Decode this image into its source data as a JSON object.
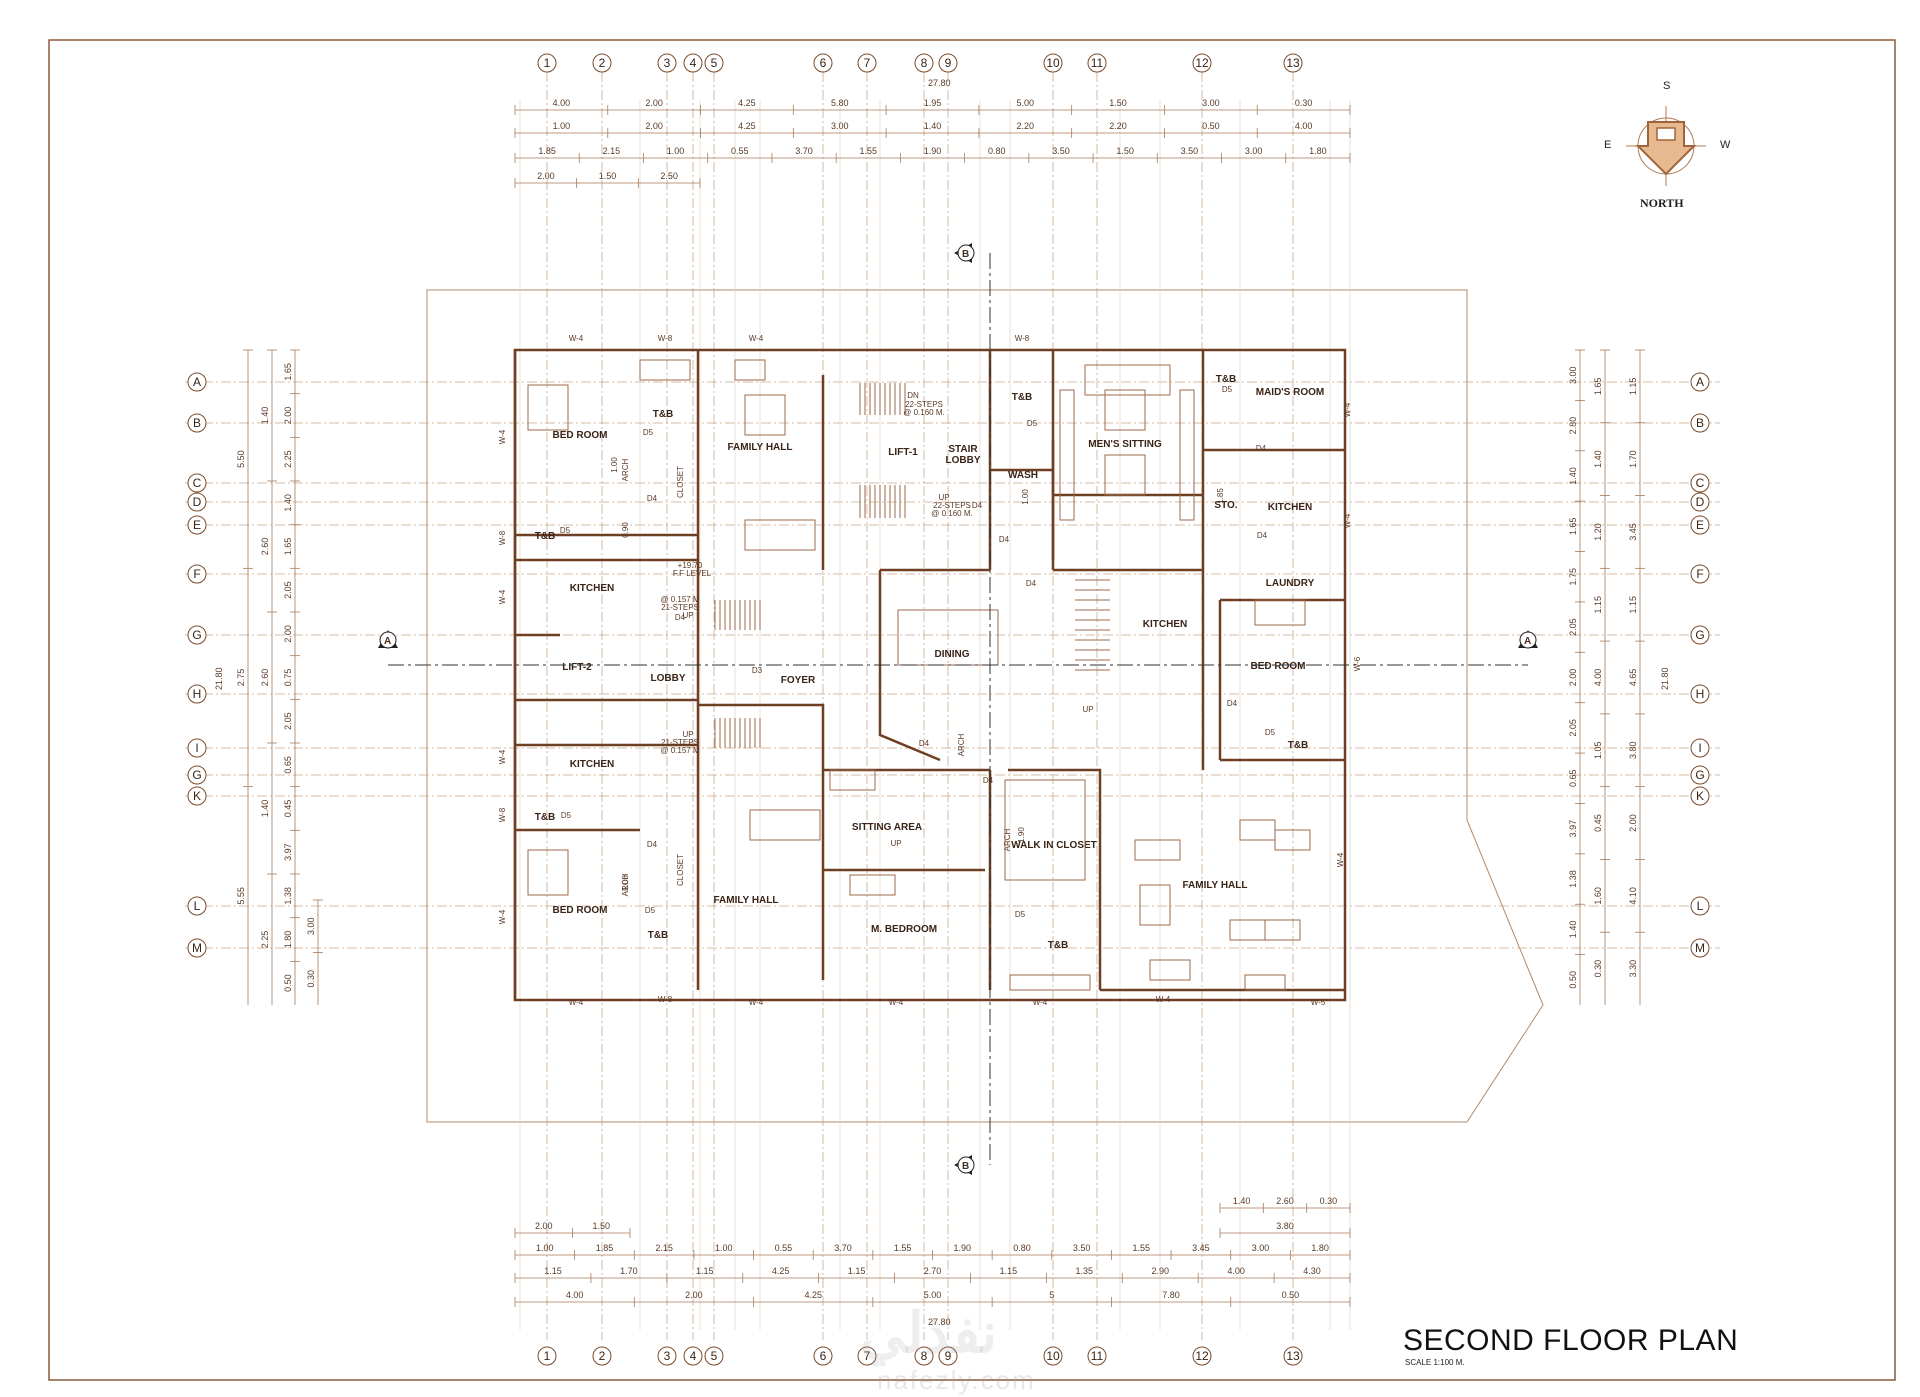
{
  "title": "SECOND FLOOR PLAN",
  "scale": "SCALE     1:100 M.",
  "compass": {
    "north": "NORTH",
    "s": "S",
    "e": "E",
    "w": "W",
    "icon": "north-arrow-icon"
  },
  "overall_width": "27.80",
  "overall_height": "21.80",
  "grid_cols": [
    "1",
    "2",
    "3",
    "4",
    "5",
    "6",
    "7",
    "8",
    "9",
    "10",
    "11",
    "12",
    "13"
  ],
  "grid_rows": [
    "A",
    "B",
    "C",
    "D",
    "E",
    "F",
    "G",
    "H",
    "I",
    "G",
    "K",
    "L",
    "M"
  ],
  "section_marks": {
    "a": "A",
    "b": "B"
  },
  "rooms": {
    "bed_room_1": "BED ROOM",
    "tb_1": "T&B",
    "family_hall_1": "FAMILY HALL",
    "lift_1": "LIFT-1",
    "stair_lobby": "STAIR\nLOBBY",
    "tb_2": "T&B",
    "wash": "WASH",
    "mens_sitting": "MEN'S SITTING",
    "tb_3": "T&B",
    "maids_room": "MAID'S ROOM",
    "sto": "STO.",
    "kitchen_ne": "KITCHEN",
    "kitchen_1": "KITCHEN",
    "laundry": "LAUNDRY",
    "dining": "DINING",
    "kitchen_c": "KITCHEN",
    "bed_room_e": "BED ROOM",
    "lift_2": "LIFT-2",
    "lobby": "LOBBY",
    "foyer": "FOYER",
    "kitchen_2": "KITCHEN",
    "tb_4": "T&B",
    "sitting_area": "SITTING AREA",
    "walk_in_closet": "WALK IN CLOSET",
    "family_hall_2": "FAMILY HALL",
    "family_hall_3": "FAMILY HALL",
    "bed_room_2": "BED ROOM",
    "tb_5": "T&B",
    "m_bedroom": "M. BEDROOM",
    "tb_6": "T&B",
    "tb_7": "T&B",
    "tb_8": "T&B"
  },
  "stair_notes": {
    "dn": "DN",
    "dn_steps": "22-STEPS",
    "dn_rise": "@ 0.160 M.",
    "up": "UP",
    "up_steps": "22-STEPS",
    "up_rise": "@ 0.160 M.",
    "s1_rise": "@ 0.157 M",
    "s1_steps": "21-STEPS",
    "s1_up": "UP",
    "s2_up": "UP",
    "s2_steps": "21-STEPS",
    "s2_rise": "@ 0.157 M",
    "level": "+19.70",
    "ff": "F.F LEVEL",
    "up_c": "UP",
    "up_s": "UP"
  },
  "doors": {
    "d4": "D4",
    "d5": "D5",
    "d3": "D3",
    "arch": "ARCH",
    "closet": "CLOSET"
  },
  "windows": {
    "w4": "W-4",
    "w8": "W-8",
    "w5": "W-5",
    "w6": "W-6"
  },
  "dims_top_1": [
    "4.00",
    "2.00",
    "4.25",
    "5.80",
    "1.95",
    "5.00",
    "1.50",
    "3.00",
    "0.30"
  ],
  "dims_top_2": [
    "1.00",
    "2.00",
    "4.25",
    "3.00",
    "1.40",
    "2.20",
    "2.20",
    "0.50",
    "4.00"
  ],
  "dims_top_3": [
    "1.85",
    "2.15",
    "1.00",
    "0.55",
    "3.70",
    "1.55",
    "1.90",
    "0.80",
    "3.50",
    "1.50",
    "3.50",
    "3.00",
    "1.80"
  ],
  "dims_top_4": [
    "2.00",
    "1.50",
    "2.50"
  ],
  "dims_bot_0": [
    "1.40",
    "2.60",
    "0.30"
  ],
  "dims_bot_0b": [
    "3.80"
  ],
  "dims_bot_1": [
    "2.00",
    "1.50"
  ],
  "dims_bot_2": [
    "1.00",
    "1.85",
    "2.15",
    "1.00",
    "0.55",
    "3.70",
    "1.55",
    "1.90",
    "0.80",
    "3.50",
    "1.55",
    "3.45",
    "3.00",
    "1.80"
  ],
  "dims_bot_3": [
    "1.15",
    "1.70",
    "1.15",
    "4.25",
    "1.15",
    "2.70",
    "1.15",
    "1.35",
    "2.90",
    "4.00",
    "4.30"
  ],
  "dims_bot_4": [
    "4.00",
    "2.00",
    "4.25",
    "5.00",
    "5",
    "7.80",
    "0.50"
  ],
  "dims_left_outer": [
    "5.50",
    "2.75",
    "5.55"
  ],
  "dims_left_1": [
    "1.40",
    "2.60",
    "2.60",
    "1.40",
    "2.25"
  ],
  "dims_left_2": [
    "1.65",
    "2.00",
    "2.25",
    "1.40",
    "1.65",
    "2.05",
    "2.00",
    "0.75",
    "2.05",
    "0.65",
    "0.45",
    "3.97",
    "1.38",
    "1.80",
    "0.50"
  ],
  "dims_left_3": [
    "3.00",
    "0.30"
  ],
  "dims_right_1": [
    "3.00",
    "2.80",
    "1.40",
    "1.65",
    "1.75",
    "2.05",
    "2.00",
    "2.05",
    "0.65",
    "3.97",
    "1.38",
    "1.40",
    "0.50"
  ],
  "dims_right_2": [
    "1.65",
    "1.40",
    "1.20",
    "1.15",
    "4.00",
    "1.05",
    "0.45",
    "1.60",
    "0.30"
  ],
  "dims_right_3": [
    "1.15",
    "1.70",
    "3.45",
    "1.15",
    "4.65",
    "3.80",
    "2.00",
    "4.10",
    "3.30"
  ],
  "local_dims": [
    "1.00",
    "0.90",
    "1.85",
    "1.00",
    "1.00",
    "1.90"
  ],
  "watermark": "نفذلي",
  "watermark_url": "nafezly.com"
}
